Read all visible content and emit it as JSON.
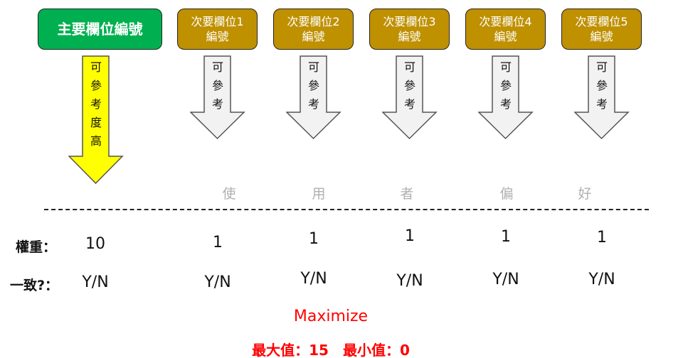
{
  "primary": {
    "label": "主要欄位編號",
    "arrow_text": [
      "可",
      "參",
      "考",
      "度",
      "高"
    ],
    "weight": "10",
    "match": "Y/N"
  },
  "secondary": [
    {
      "line1": "次要欄位1",
      "line2": "編號",
      "arrow_text": [
        "可",
        "參",
        "考"
      ],
      "weight": "1",
      "match": "Y/N",
      "pref": "使"
    },
    {
      "line1": "次要欄位2",
      "line2": "編號",
      "arrow_text": [
        "可",
        "參",
        "考"
      ],
      "weight": "1",
      "match": "Y/N",
      "pref": "用"
    },
    {
      "line1": "次要欄位3",
      "line2": "編號",
      "arrow_text": [
        "可",
        "參",
        "考"
      ],
      "weight": "1",
      "match": "Y/N",
      "pref": "者"
    },
    {
      "line1": "次要欄位4",
      "line2": "編號",
      "arrow_text": [
        "可",
        "參",
        "考"
      ],
      "weight": "1",
      "match": "Y/N",
      "pref": "偏"
    },
    {
      "line1": "次要欄位5",
      "line2": "編號",
      "arrow_text": [
        "可",
        "參",
        "考"
      ],
      "weight": "1",
      "match": "Y/N",
      "pref": "好"
    }
  ],
  "labels": {
    "weight": "權重：",
    "match": "一致?："
  },
  "summary": {
    "objective": "Maximize",
    "range": "最大值：15　最小值：0"
  },
  "colors": {
    "primary": "#00b050",
    "secondary": "#bf9000",
    "primary_arrow": "#ffff00",
    "secondary_arrow": "#f2f2f2",
    "summary": "#ff0000"
  }
}
